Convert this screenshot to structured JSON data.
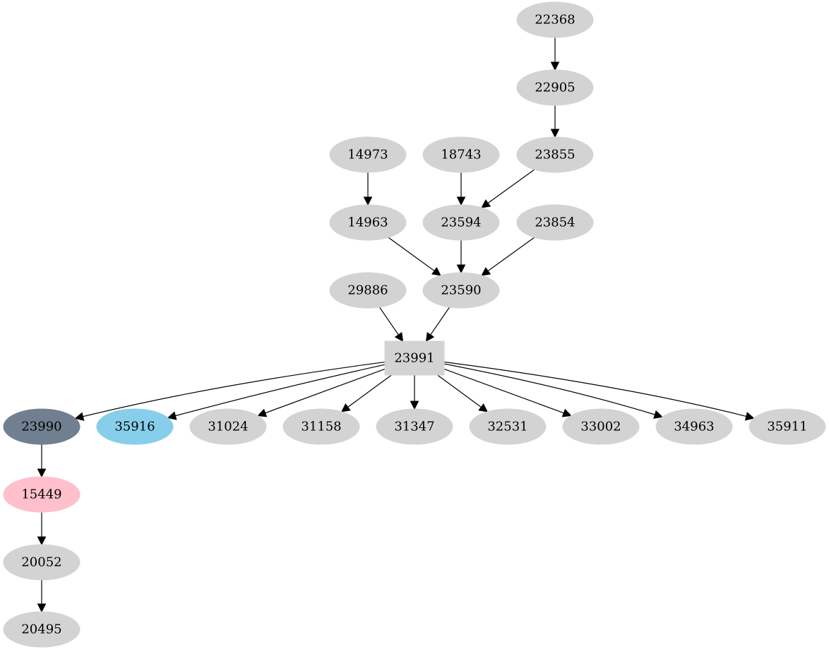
{
  "nodes": [
    {
      "id": "22368",
      "label": "22368",
      "shape": "ellipse",
      "fill": "#d3d3d3",
      "text_color": "#000000"
    },
    {
      "id": "22905",
      "label": "22905",
      "shape": "ellipse",
      "fill": "#d3d3d3",
      "text_color": "#000000"
    },
    {
      "id": "14973",
      "label": "14973",
      "shape": "ellipse",
      "fill": "#d3d3d3",
      "text_color": "#000000"
    },
    {
      "id": "18743",
      "label": "18743",
      "shape": "ellipse",
      "fill": "#d3d3d3",
      "text_color": "#000000"
    },
    {
      "id": "23855",
      "label": "23855",
      "shape": "ellipse",
      "fill": "#d3d3d3",
      "text_color": "#000000"
    },
    {
      "id": "14963",
      "label": "14963",
      "shape": "ellipse",
      "fill": "#d3d3d3",
      "text_color": "#000000"
    },
    {
      "id": "23594",
      "label": "23594",
      "shape": "ellipse",
      "fill": "#d3d3d3",
      "text_color": "#000000"
    },
    {
      "id": "23854",
      "label": "23854",
      "shape": "ellipse",
      "fill": "#d3d3d3",
      "text_color": "#000000"
    },
    {
      "id": "29886",
      "label": "29886",
      "shape": "ellipse",
      "fill": "#d3d3d3",
      "text_color": "#000000"
    },
    {
      "id": "23590",
      "label": "23590",
      "shape": "ellipse",
      "fill": "#d3d3d3",
      "text_color": "#000000"
    },
    {
      "id": "23991",
      "label": "23991",
      "shape": "box",
      "fill": "#d3d3d3",
      "text_color": "#000000"
    },
    {
      "id": "23990",
      "label": "23990",
      "shape": "ellipse",
      "fill": "#708090",
      "text_color": "#000000"
    },
    {
      "id": "35916",
      "label": "35916",
      "shape": "ellipse",
      "fill": "#87ceeb",
      "text_color": "#000000"
    },
    {
      "id": "31024",
      "label": "31024",
      "shape": "ellipse",
      "fill": "#d3d3d3",
      "text_color": "#000000"
    },
    {
      "id": "31158",
      "label": "31158",
      "shape": "ellipse",
      "fill": "#d3d3d3",
      "text_color": "#000000"
    },
    {
      "id": "31347",
      "label": "31347",
      "shape": "ellipse",
      "fill": "#d3d3d3",
      "text_color": "#000000"
    },
    {
      "id": "32531",
      "label": "32531",
      "shape": "ellipse",
      "fill": "#d3d3d3",
      "text_color": "#000000"
    },
    {
      "id": "33002",
      "label": "33002",
      "shape": "ellipse",
      "fill": "#d3d3d3",
      "text_color": "#000000"
    },
    {
      "id": "34963",
      "label": "34963",
      "shape": "ellipse",
      "fill": "#d3d3d3",
      "text_color": "#000000"
    },
    {
      "id": "35911",
      "label": "35911",
      "shape": "ellipse",
      "fill": "#d3d3d3",
      "text_color": "#000000"
    },
    {
      "id": "15449",
      "label": "15449",
      "shape": "ellipse",
      "fill": "#ffc0cb",
      "text_color": "#000000"
    },
    {
      "id": "20052",
      "label": "20052",
      "shape": "ellipse",
      "fill": "#d3d3d3",
      "text_color": "#000000"
    },
    {
      "id": "20495",
      "label": "20495",
      "shape": "ellipse",
      "fill": "#d3d3d3",
      "text_color": "#000000"
    }
  ],
  "edges": [
    {
      "from": "22368",
      "to": "22905"
    },
    {
      "from": "22905",
      "to": "23855"
    },
    {
      "from": "14973",
      "to": "14963"
    },
    {
      "from": "18743",
      "to": "23594"
    },
    {
      "from": "23855",
      "to": "23594"
    },
    {
      "from": "14963",
      "to": "23590"
    },
    {
      "from": "23594",
      "to": "23590"
    },
    {
      "from": "23854",
      "to": "23590"
    },
    {
      "from": "29886",
      "to": "23991"
    },
    {
      "from": "23590",
      "to": "23991"
    },
    {
      "from": "23991",
      "to": "23990"
    },
    {
      "from": "23991",
      "to": "35916"
    },
    {
      "from": "23991",
      "to": "31024"
    },
    {
      "from": "23991",
      "to": "31158"
    },
    {
      "from": "23991",
      "to": "31347"
    },
    {
      "from": "23991",
      "to": "32531"
    },
    {
      "from": "23991",
      "to": "33002"
    },
    {
      "from": "23991",
      "to": "34963"
    },
    {
      "from": "23991",
      "to": "35911"
    },
    {
      "from": "23990",
      "to": "15449"
    },
    {
      "from": "15449",
      "to": "20052"
    },
    {
      "from": "20052",
      "to": "20495"
    }
  ]
}
